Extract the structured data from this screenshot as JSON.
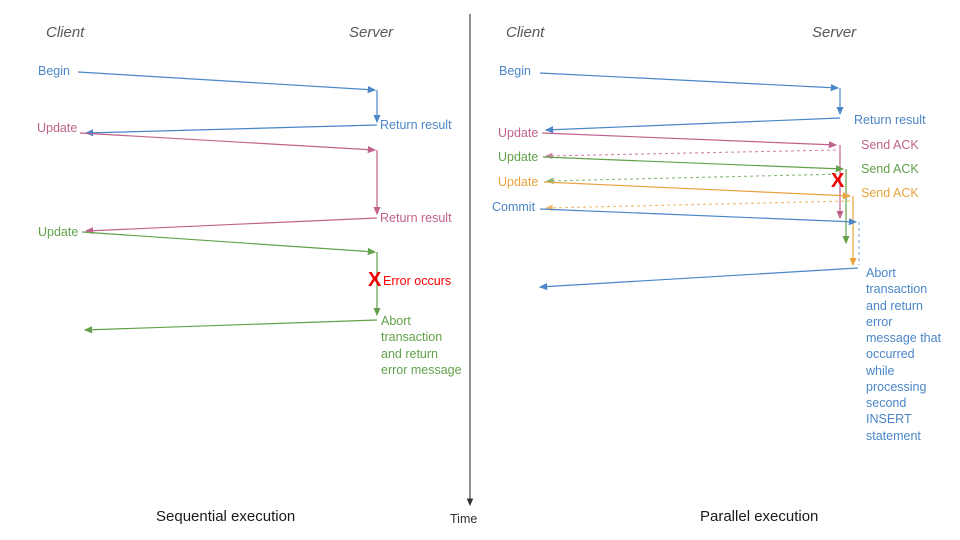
{
  "figure": {
    "title_left": "Sequential execution",
    "title_right": "Parallel execution",
    "time_axis_label": "Time"
  },
  "colors": {
    "blue": "#4a86c8",
    "pink": "#c0628c",
    "green": "#61a14a",
    "orange": "#e8a33d",
    "red": "#ee0000",
    "actor_text": "#595959",
    "caption_text": "#1a1a1a",
    "axis": "#333333"
  },
  "left_panel": {
    "actors": {
      "client": "Client",
      "server": "Server"
    },
    "messages": [
      {
        "label": "Begin",
        "color": "#4a86c8",
        "side": "client"
      },
      {
        "label": "Return result",
        "color": "#4a86c8",
        "side": "server"
      },
      {
        "label": "Update",
        "color": "#c0628c",
        "side": "client"
      },
      {
        "label": "Return result",
        "color": "#c0628c",
        "side": "server"
      },
      {
        "label": "Update",
        "color": "#61a14a",
        "side": "client"
      },
      {
        "label": "Error occurs",
        "color": "#ff0000",
        "side": "server"
      },
      {
        "label": "Abort transaction and return error message",
        "color": "#61a14a",
        "side": "server"
      }
    ],
    "error_marker": "X",
    "error_text": "Error occurs",
    "abort_text": "Abort transaction and return error message"
  },
  "right_panel": {
    "actors": {
      "client": "Client",
      "server": "Server"
    },
    "messages": [
      {
        "label": "Begin",
        "color": "#4a86c8",
        "side": "client"
      },
      {
        "label": "Return result",
        "color": "#4a86c8",
        "side": "server"
      },
      {
        "label": "Update",
        "color": "#c0628c",
        "side": "client"
      },
      {
        "label": "Send ACK",
        "color": "#c0628c",
        "side": "server"
      },
      {
        "label": "Update",
        "color": "#61a14a",
        "side": "client"
      },
      {
        "label": "Send ACK",
        "color": "#61a14a",
        "side": "server"
      },
      {
        "label": "Update",
        "color": "#e8a33d",
        "side": "client"
      },
      {
        "label": "Send ACK",
        "color": "#e8a33d",
        "side": "server"
      },
      {
        "label": "Commit",
        "color": "#4a86c8",
        "side": "client"
      },
      {
        "label": "Abort transaction and return error message that occurred while processing second INSERT statement",
        "color": "#4a86c8",
        "side": "server"
      }
    ],
    "error_marker": "X",
    "abort_text": "Abort transaction and return error message that occurred while processing second INSERT statement"
  }
}
